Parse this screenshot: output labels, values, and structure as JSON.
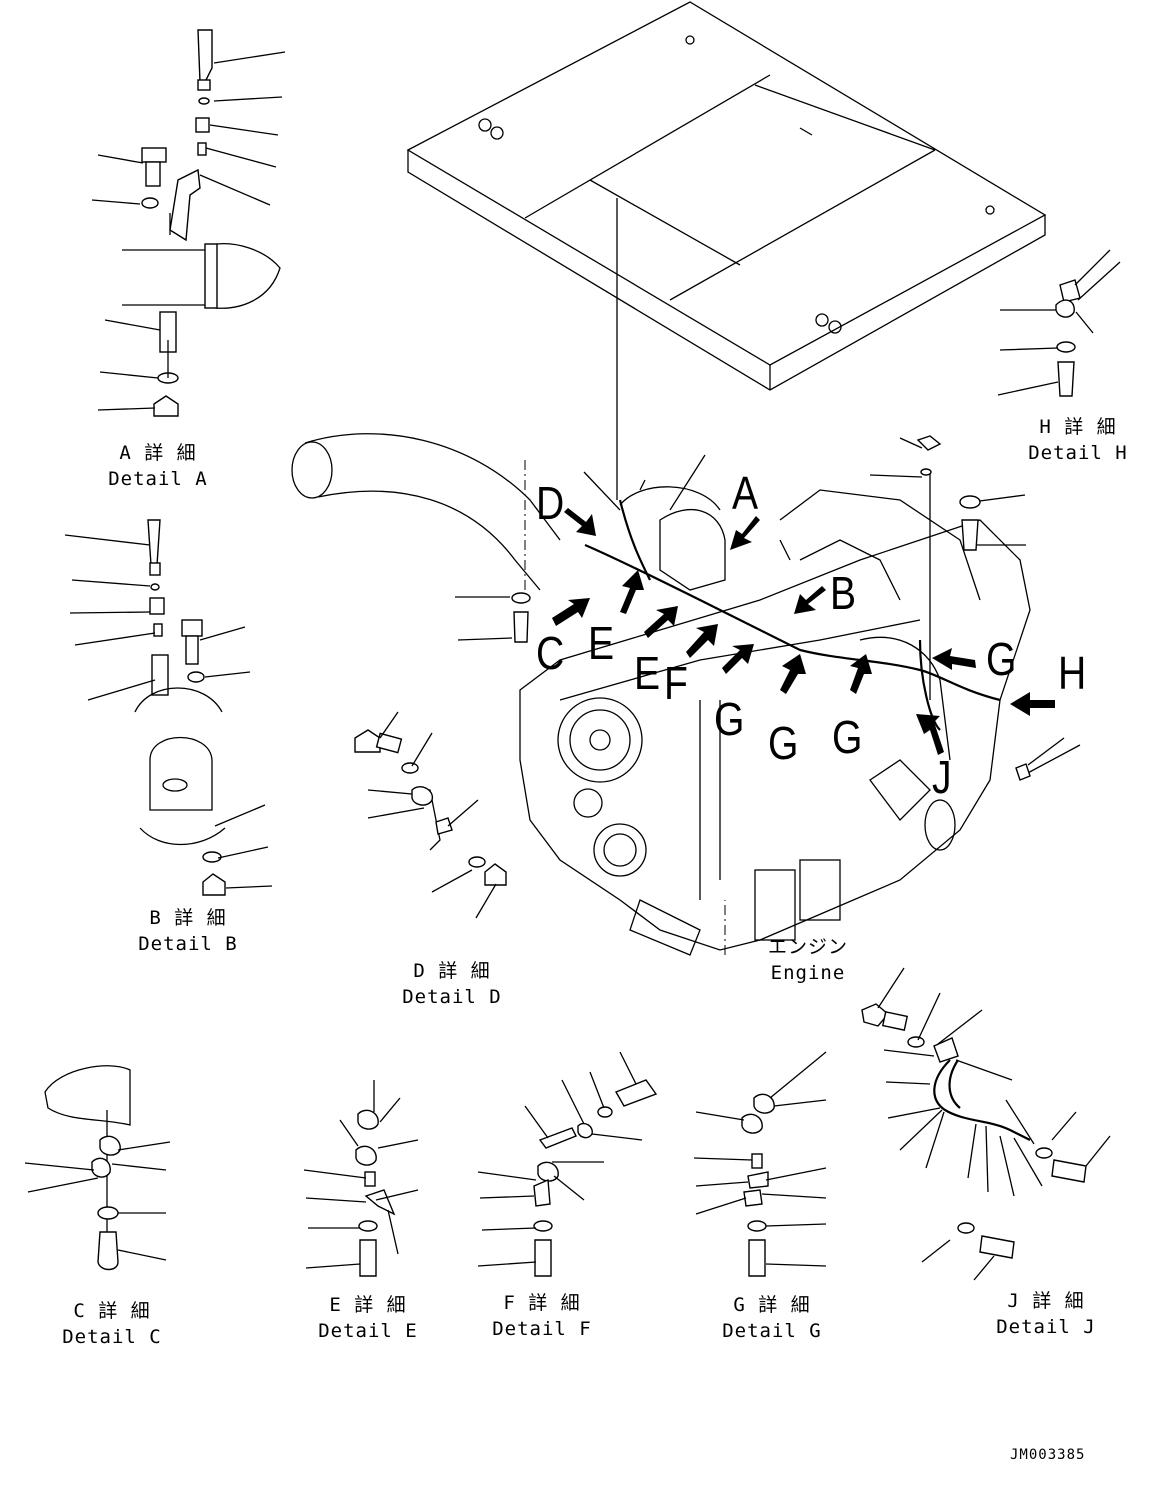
{
  "details": {
    "a": {
      "jp": "A 詳 細",
      "en": "Detail A"
    },
    "b": {
      "jp": "B 詳 細",
      "en": "Detail B"
    },
    "c": {
      "jp": "C 詳 細",
      "en": "Detail C"
    },
    "d": {
      "jp": "D 詳 細",
      "en": "Detail D"
    },
    "e": {
      "jp": "E 詳 細",
      "en": "Detail E"
    },
    "f": {
      "jp": "F 詳 細",
      "en": "Detail F"
    },
    "g": {
      "jp": "G 詳 細",
      "en": "Detail G"
    },
    "h": {
      "jp": "H 詳 細",
      "en": "Detail H"
    },
    "j": {
      "jp": "J 詳 細",
      "en": "Detail J"
    }
  },
  "engine": {
    "jp": "エンジン",
    "en": "Engine"
  },
  "callouts": [
    "A",
    "B",
    "C",
    "D",
    "E",
    "E",
    "F",
    "G",
    "G",
    "G",
    "G",
    "H",
    "J"
  ],
  "drawing_code": "JM003385"
}
